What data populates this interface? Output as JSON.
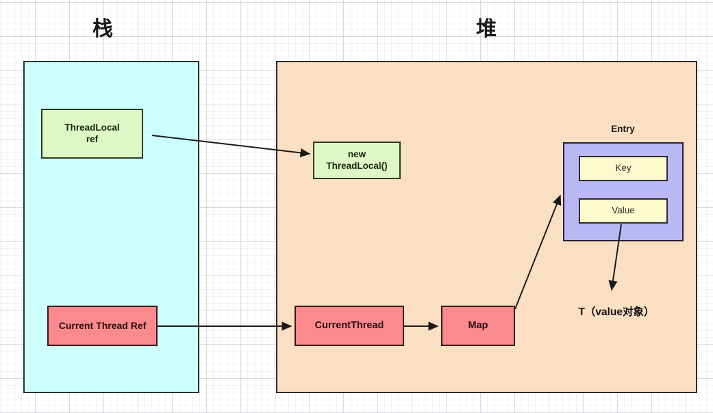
{
  "diagram": {
    "title": "ThreadLocal memory layout diagram",
    "regions": [
      {
        "id": "stack",
        "title": "栈",
        "fill": "#ccfffd",
        "stroke": "#21362f"
      },
      {
        "id": "heap",
        "title": "堆",
        "fill": "#fbdfc3",
        "stroke": "#2f2a24"
      }
    ],
    "nodes": {
      "threadlocal_ref": "ThreadLocal\nref",
      "new_threadlocal": "new\nThreadLocal()",
      "current_thread_ref": "Current Thread Ref",
      "current_thread": "CurrentThread",
      "map": "Map",
      "entry_label": "Entry",
      "key": "Key",
      "value": "Value",
      "value_object_caption": "T（value对象）"
    },
    "colors": {
      "green_fill": "#ddf7c5",
      "green_stroke": "#2d3b22",
      "red_fill": "#fb8a8f",
      "red_stroke": "#3c1717",
      "yellow_fill": "#fdfbcd",
      "yellow_stroke": "#2b2b2b",
      "purple_fill": "#b9b8f5",
      "purple_stroke": "#2b2038",
      "arrow": "#1a1a1a",
      "grid": "#c8c8d2",
      "background": "#ffffff"
    },
    "arrows": [
      {
        "id": "ref-to-new-threadlocal",
        "from": "ThreadLocal ref",
        "to": "new ThreadLocal()"
      },
      {
        "id": "current-thread-ref-to-current-thread",
        "from": "Current Thread Ref",
        "to": "CurrentThread"
      },
      {
        "id": "current-thread-to-map",
        "from": "CurrentThread",
        "to": "Map"
      },
      {
        "id": "map-to-entry",
        "from": "Map",
        "to": "Entry"
      },
      {
        "id": "value-to-value-object",
        "from": "Value",
        "to": "T（value对象）"
      }
    ]
  }
}
